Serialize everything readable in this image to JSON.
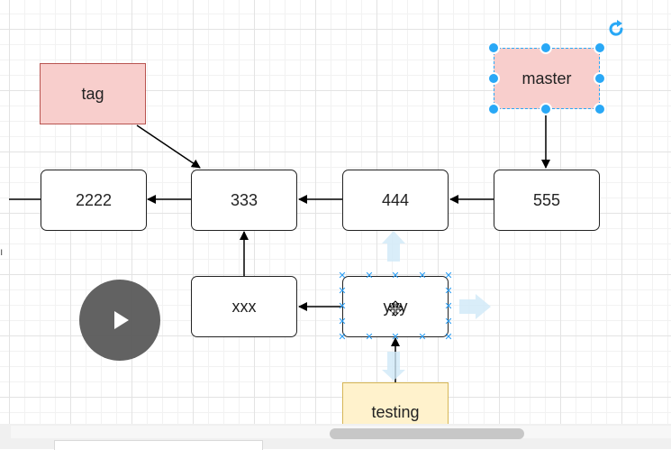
{
  "diagram": {
    "nodes": {
      "tag": "tag",
      "master": "master",
      "n2222": "2222",
      "n333": "333",
      "n444": "444",
      "n555": "555",
      "xxx": "xxx",
      "yyy": "yyy",
      "testing": "testing"
    },
    "selected_node": "master",
    "edge_marker": "ı"
  },
  "colors": {
    "pink_fill": "#f8cecc",
    "pink_stroke": "#b85450",
    "yellow_fill": "#fff2cc",
    "yellow_stroke": "#d6b656",
    "selection_handle": "#29a8f6",
    "hover_arrow": "#cfe9f7"
  },
  "icons": [
    "rotate-icon",
    "play-icon",
    "move-cursor-icon"
  ]
}
